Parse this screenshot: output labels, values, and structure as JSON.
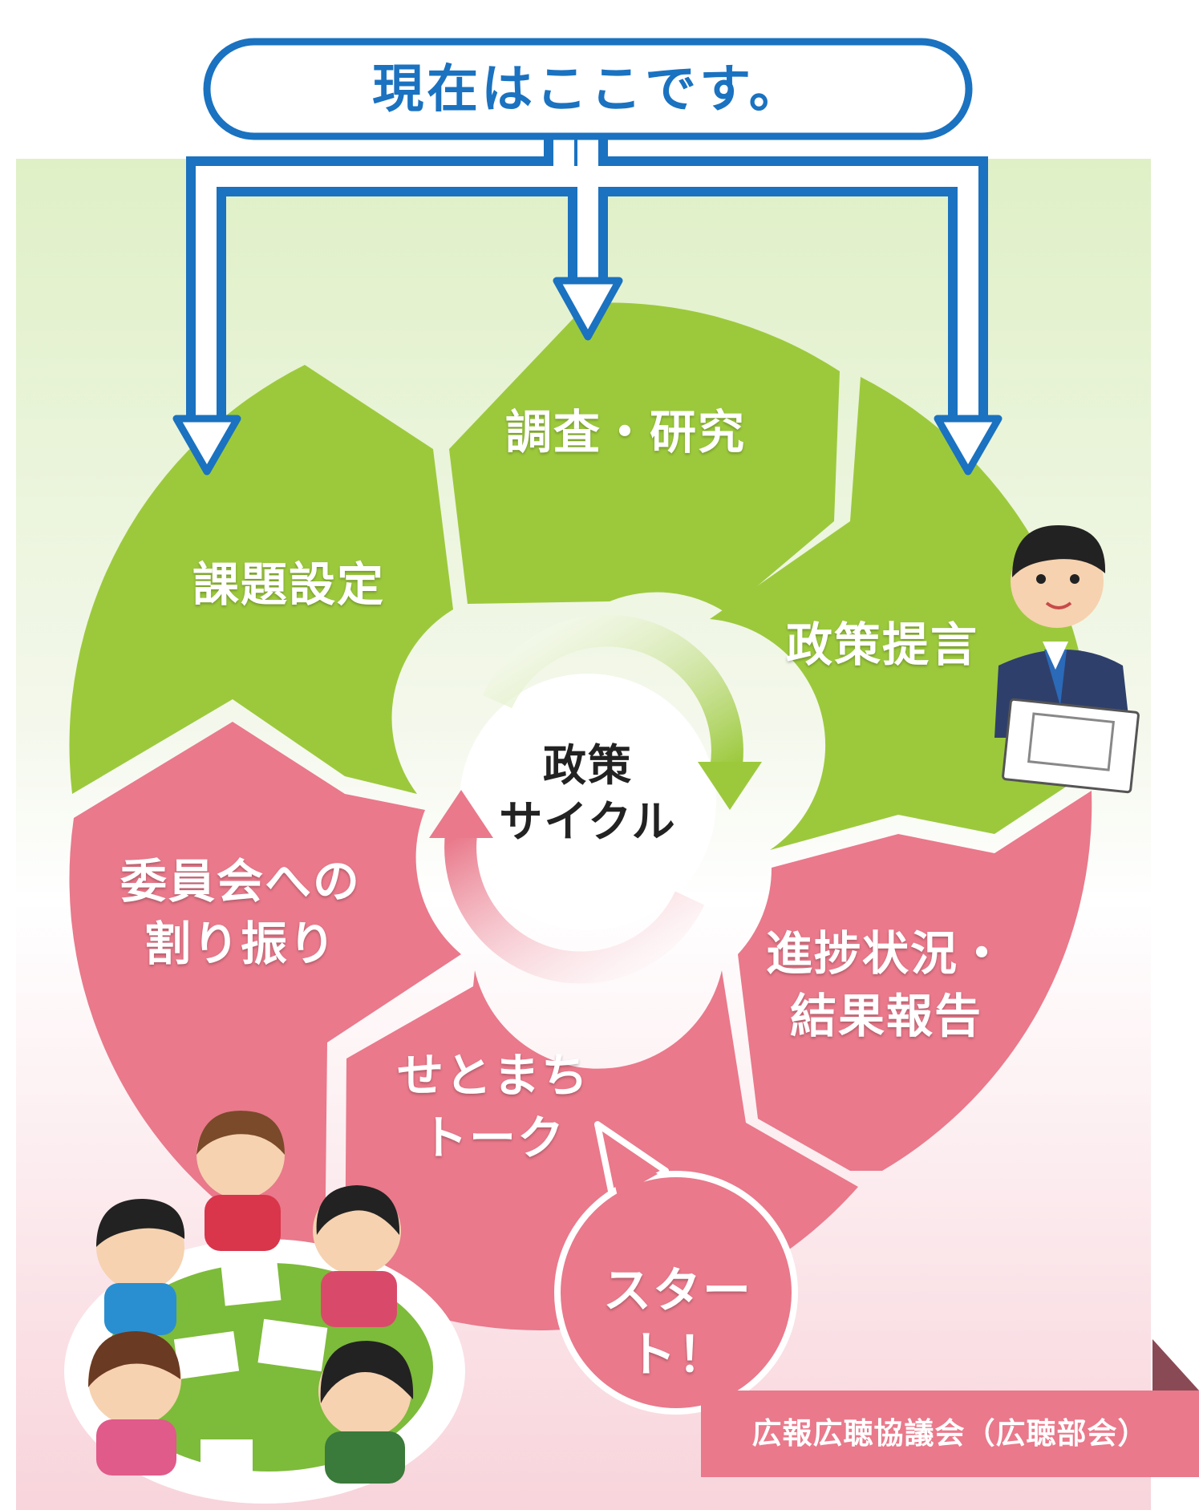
{
  "header": {
    "current_position_label": "現在はここです。"
  },
  "cycle": {
    "center_label": "政策\nサイクル",
    "stages": [
      {
        "id": "research",
        "label": "調査・研究"
      },
      {
        "id": "proposal",
        "label": "政策提言"
      },
      {
        "id": "report",
        "label": "進捗状況・\n結果報告"
      },
      {
        "id": "talk",
        "label": "せとまち\nトーク"
      },
      {
        "id": "assign",
        "label": "委員会への\n割り振り"
      },
      {
        "id": "issue",
        "label": "課題設定"
      }
    ],
    "start_bubble": "スタート！"
  },
  "footer": {
    "organization_label": "広報広聴協議会（広聴部会）"
  },
  "colors": {
    "green": "#9cc93c",
    "pink": "#e9798b",
    "arrow_blue": "#1a72c0",
    "bg_green": "#e6f1cf",
    "bg_pink": "#fbe1e6"
  },
  "illustrations": [
    "politician-presenting-document",
    "group-meeting-at-table"
  ]
}
